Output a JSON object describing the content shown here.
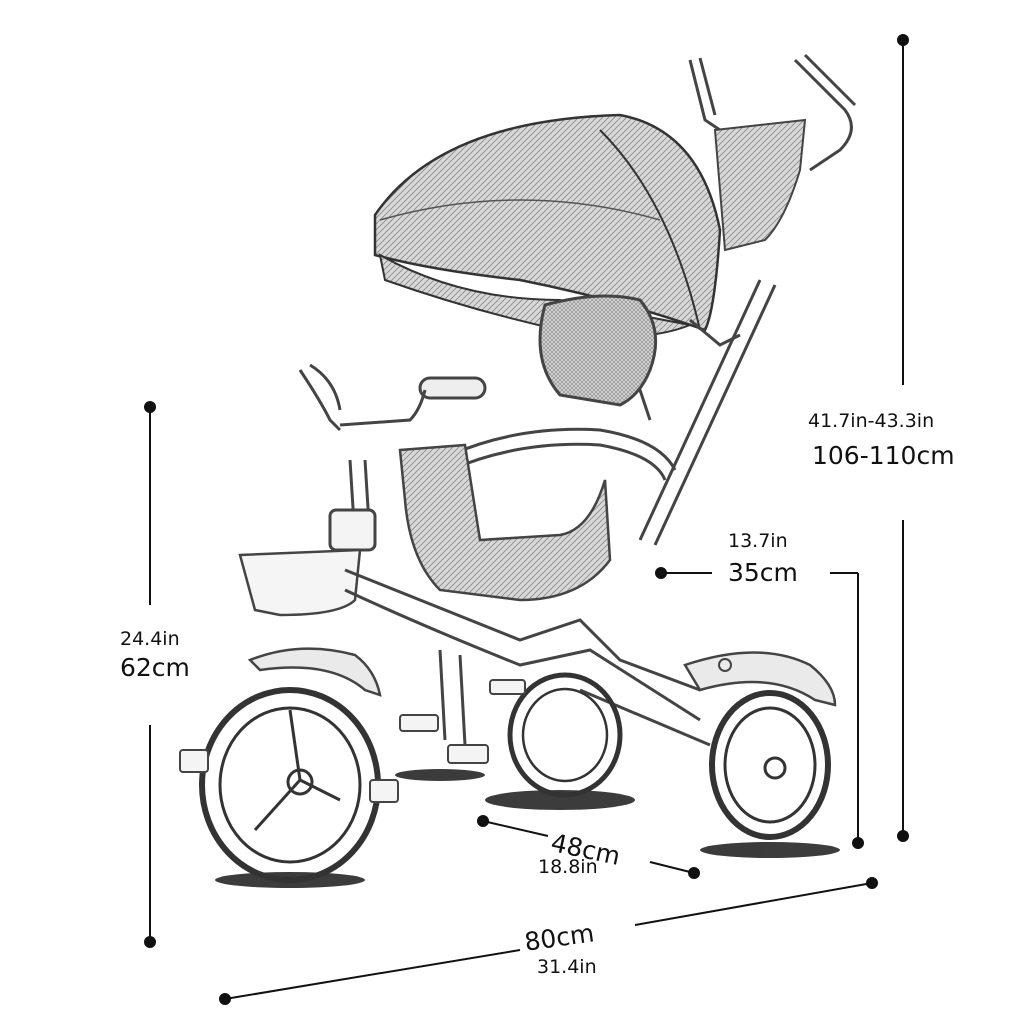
{
  "dimensions": {
    "height": {
      "in": "41.7in-43.3in",
      "cm": "106-110cm"
    },
    "seat_height": {
      "in": "24.4in",
      "cm": "62cm"
    },
    "seat_width": {
      "in": "13.7in",
      "cm": "35cm"
    },
    "wheel_track": {
      "cm": "48cm",
      "in": "18.8in"
    },
    "length": {
      "cm": "80cm",
      "in": "31.4in"
    }
  },
  "colors": {
    "line": "#111111",
    "sketch": "#444444",
    "fabric": "#9a9a9a"
  }
}
